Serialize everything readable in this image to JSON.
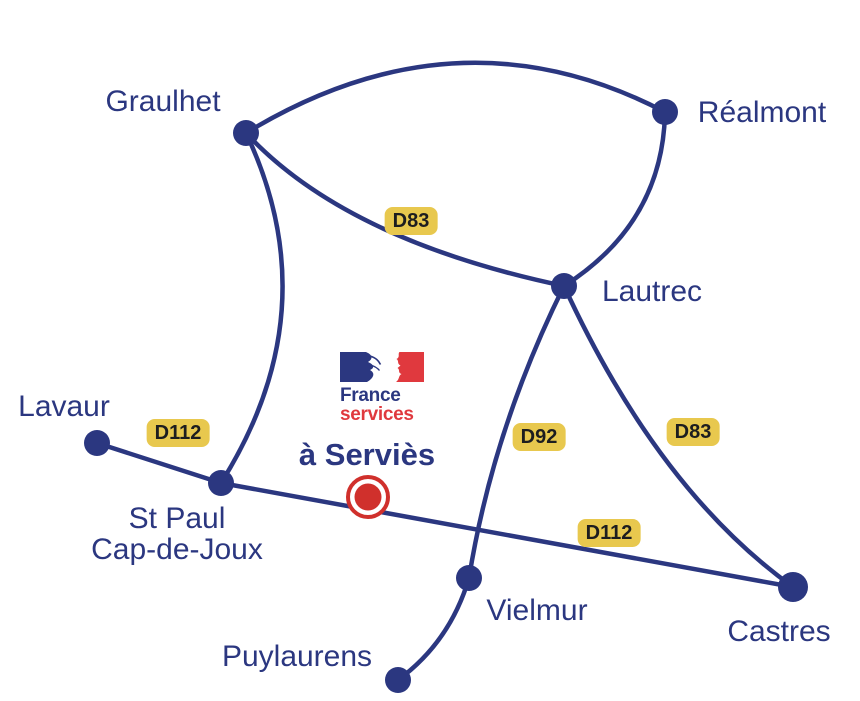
{
  "colors": {
    "navy": "#2B3780",
    "badge_bg": "#E8C84E",
    "badge_text": "#1D1D1F",
    "marker_red": "#D0302C",
    "logo_blue": "#2B3780",
    "logo_red": "#E0393E"
  },
  "towns": [
    {
      "name": "Graulhet"
    },
    {
      "name": "Réalmont"
    },
    {
      "name": "Lautrec"
    },
    {
      "name": "Lavaur"
    },
    {
      "line1": "St Paul",
      "line2": "Cap-de-Joux"
    },
    {
      "name": "Vielmur"
    },
    {
      "name": "Puylaurens"
    },
    {
      "name": "Castres"
    }
  ],
  "road_labels": [
    {
      "text": "D83"
    },
    {
      "text": "D112"
    },
    {
      "text": "D92"
    },
    {
      "text": "D83"
    },
    {
      "text": "D112"
    }
  ],
  "logo": {
    "line1": "France",
    "line2": "services"
  },
  "destination": {
    "label": "à Serviès"
  }
}
